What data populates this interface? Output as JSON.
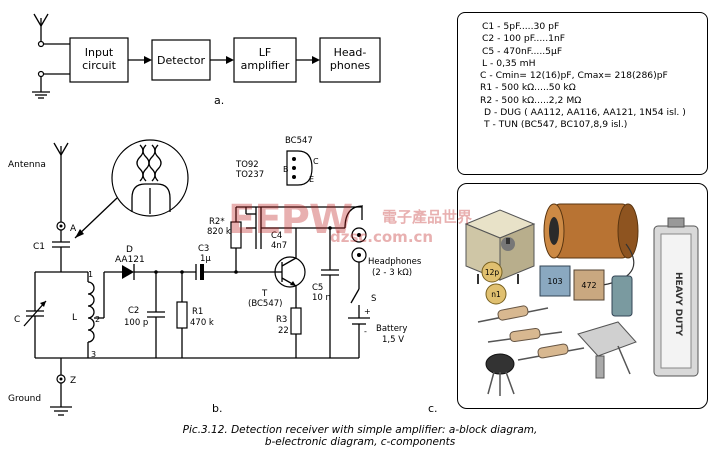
{
  "block_diagram": {
    "blocks": [
      "Input circuit",
      "Detector",
      "LF amplifier",
      "Head-phones"
    ],
    "label": "a."
  },
  "schematic": {
    "labels": {
      "antenna": "Antenna",
      "ground": "Ground",
      "A": "A",
      "Z": "Z",
      "C1": "C1",
      "C": "C",
      "L": "L",
      "n1": "1",
      "n2": "2",
      "n3": "3",
      "D": "D",
      "D_type": "AA121",
      "C2": "C2",
      "C2_val": "100 p",
      "R1": "R1",
      "R1_val": "470 k",
      "C3": "C3",
      "C3_val": "1μ",
      "R2": "R2*",
      "R2_val": "820 k",
      "C4": "C4",
      "C4_val": "4n7",
      "T": "T",
      "T_type": "(BC547)",
      "R3": "R3",
      "R3_val": "22",
      "C5": "C5",
      "C5_val": "10 n",
      "headphones": "Headphones",
      "headphones_val": "(2 - 3 kΩ)",
      "S": "S",
      "battery": "Battery",
      "battery_val": "1,5 V",
      "plus": "+",
      "minus": "-",
      "bc547": "BC547",
      "to92": "TO92",
      "to237": "TO237",
      "pinB": "B",
      "pinC": "C",
      "pinE": "E"
    },
    "label": "b."
  },
  "legend": {
    "lines": [
      "C1 - 5pF.....30 pF",
      "C2 - 100 pF.....1nF",
      "C5 - 470nF.....5μF",
      "L - 0,35 mH",
      "C - Cmin= 12(16)pF, Cmax= 218(286)pF",
      "R1 - 500 kΩ.....50 kΩ",
      "R2 - 500 kΩ.....2,2 MΩ",
      "D - DUG ( AA112, AA116, AA121, 1N54 isl. )",
      "T - TUN (BC547, BC107,8,9 isl.)"
    ]
  },
  "components_photo": {
    "labels": [
      "12p",
      "n1",
      "103",
      "472",
      "HEAVY DUTY"
    ],
    "label": "c."
  },
  "caption": {
    "line1": "Pic.3.12. Detection receiver with simple amplifier: a-block diagram,",
    "line2": "b-electronic diagram, c-components"
  },
  "watermark": {
    "logo": "EEPW",
    "cn": "電子產品世界",
    "url": "dzsc.com.cn"
  }
}
